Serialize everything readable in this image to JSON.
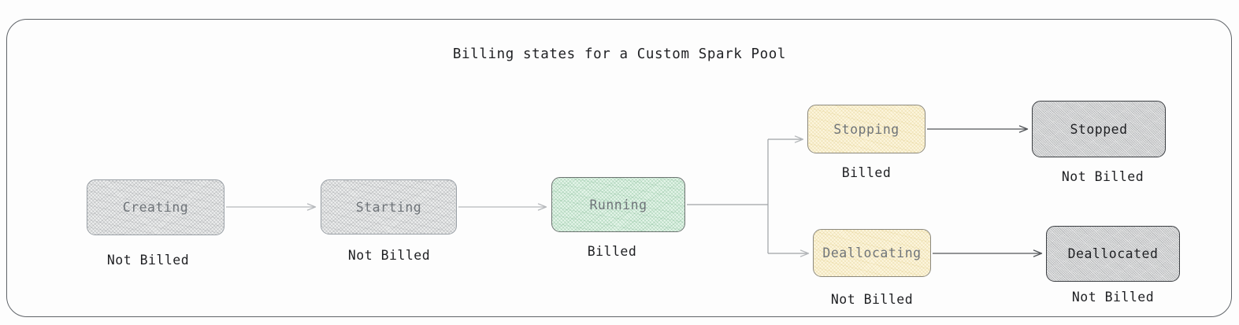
{
  "diagram": {
    "title": "Billing states for a Custom Spark Pool",
    "frame": {
      "border_color": "#5f6368",
      "background": "#fdfdfd"
    },
    "palette": {
      "grey_light_fill": "#eceded",
      "grey_light_border": "#9aa0a6",
      "green_fill": "#e3f4e8",
      "green_border": "#6b7370",
      "cream_fill": "#fcf5dd",
      "cream_border": "#8d8a7e",
      "grey_dark_fill": "#c9cacb",
      "grey_dark_border": "#3c3f43",
      "muted_text": "#6f7479",
      "strong_text": "#1f2023",
      "edge_light": "#b6b9bc",
      "edge_dark": "#53565a"
    },
    "nodes": [
      {
        "id": "creating",
        "label": "Creating",
        "billing": "Not Billed",
        "style": "grey-light"
      },
      {
        "id": "starting",
        "label": "Starting",
        "billing": "Not Billed",
        "style": "grey-light"
      },
      {
        "id": "running",
        "label": "Running",
        "billing": "Billed",
        "style": "green"
      },
      {
        "id": "stopping",
        "label": "Stopping",
        "billing": "Billed",
        "style": "cream"
      },
      {
        "id": "stopped",
        "label": "Stopped",
        "billing": "Not Billed",
        "style": "grey-dark"
      },
      {
        "id": "deallocating",
        "label": "Deallocating",
        "billing": "Not Billed",
        "style": "cream"
      },
      {
        "id": "deallocated",
        "label": "Deallocated",
        "billing": "Not Billed",
        "style": "grey-dark"
      }
    ],
    "edges": [
      {
        "from": "creating",
        "to": "starting",
        "label": ""
      },
      {
        "from": "starting",
        "to": "running",
        "label": ""
      },
      {
        "from": "running",
        "to": "stopping",
        "label": ""
      },
      {
        "from": "running",
        "to": "deallocating",
        "label": ""
      },
      {
        "from": "stopping",
        "to": "stopped",
        "label": ""
      },
      {
        "from": "deallocating",
        "to": "deallocated",
        "label": ""
      }
    ]
  }
}
